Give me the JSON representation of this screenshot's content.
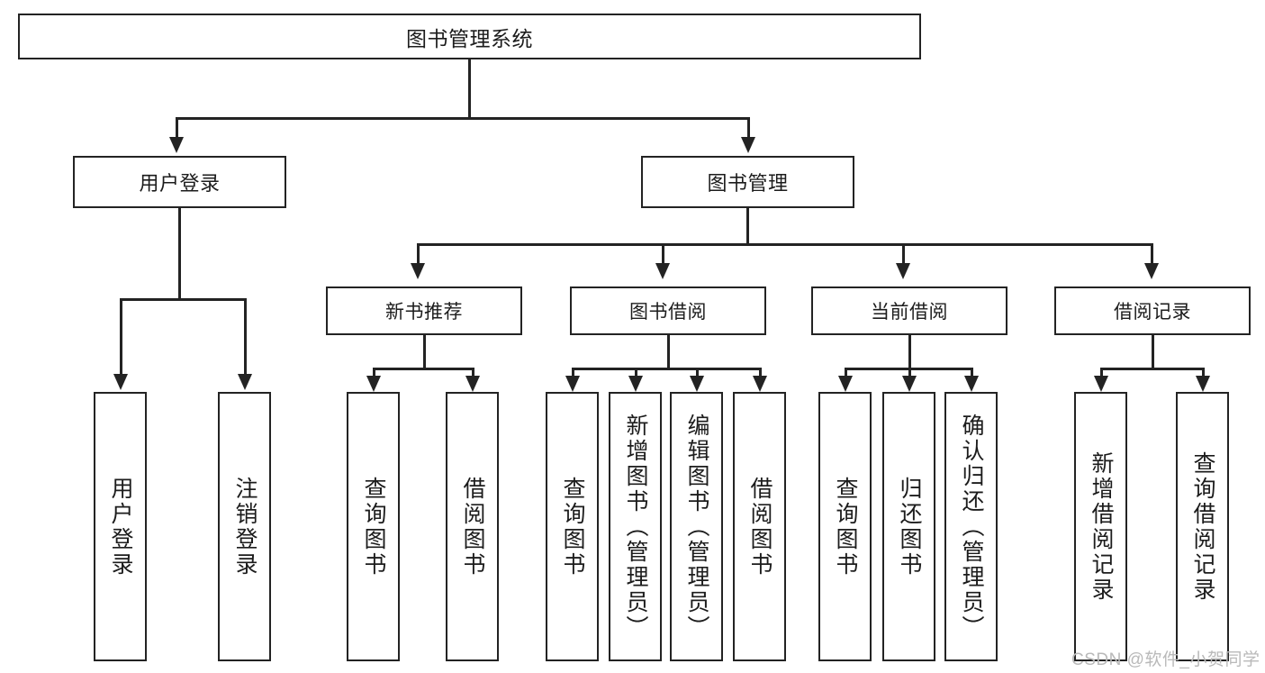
{
  "diagram": {
    "title": "图书管理系统",
    "type": "tree-hierarchy",
    "root": {
      "label": "图书管理系统"
    },
    "level2": [
      {
        "label": "用户登录"
      },
      {
        "label": "图书管理"
      }
    ],
    "level3": [
      {
        "label": "新书推荐"
      },
      {
        "label": "图书借阅"
      },
      {
        "label": "当前借阅"
      },
      {
        "label": "借阅记录"
      }
    ],
    "leaves": {
      "user_login": [
        {
          "label": "用户登录"
        },
        {
          "label": "注销登录"
        }
      ],
      "new_book_recommend": [
        {
          "label": "查询图书"
        },
        {
          "label": "借阅图书"
        }
      ],
      "book_borrow": [
        {
          "label": "查询图书"
        },
        {
          "label": "新增图书（管理员）"
        },
        {
          "label": "编辑图书（管理员）"
        },
        {
          "label": "借阅图书"
        }
      ],
      "current_borrow": [
        {
          "label": "查询图书"
        },
        {
          "label": "归还图书"
        },
        {
          "label": "确认归还（管理员）"
        }
      ],
      "borrow_record": [
        {
          "label": "新增借阅记录"
        },
        {
          "label": "查询借阅记录"
        }
      ]
    }
  },
  "watermark": {
    "text": "CSDN @软件_小贺同学"
  },
  "colors": {
    "stroke": "#232323",
    "text": "#1c1c1c",
    "background": "#ffffff",
    "watermark": "#b9b9b9"
  }
}
